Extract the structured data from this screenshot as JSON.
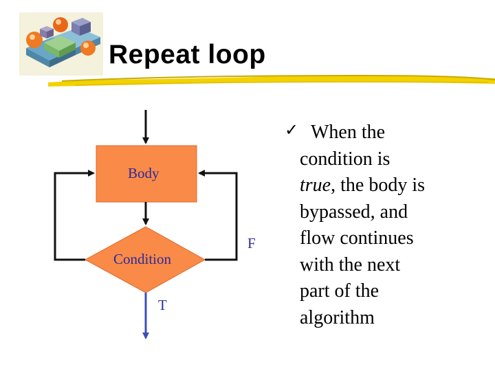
{
  "slide": {
    "title": "Repeat loop",
    "logo_icon": "cubes-logo-icon"
  },
  "flowchart": {
    "body_label": "Body",
    "condition_label": "Condition",
    "true_label": "T",
    "false_label": "F",
    "colors": {
      "body_fill": "#f98a48",
      "condition_fill": "#f98a48",
      "label_text": "#2b2b9a",
      "arrow": "#111111",
      "true_arrow": "#3b4fb8"
    }
  },
  "bullet": {
    "marker_icon": "checkmark-icon",
    "lines": [
      "When the",
      "condition is",
      "true",
      ", the body is",
      "bypassed, and",
      "flow continues",
      "with the next",
      "part of the",
      "algorithm"
    ]
  }
}
